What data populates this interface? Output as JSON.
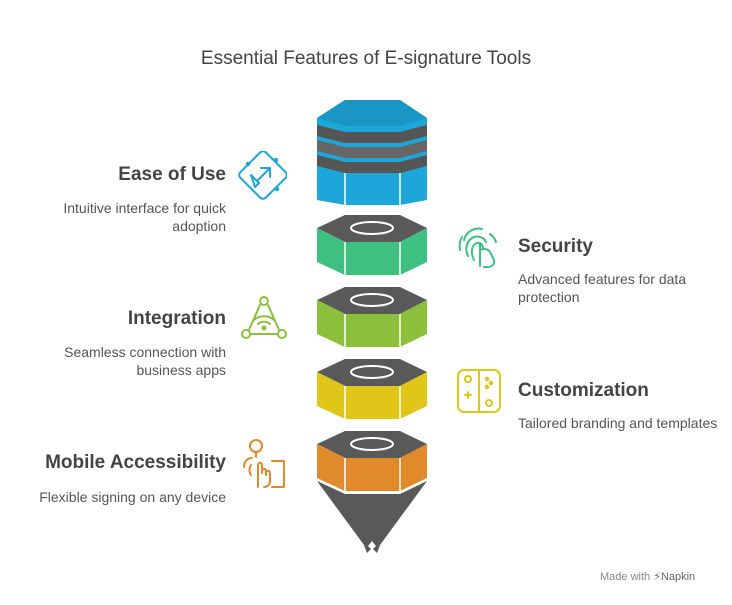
{
  "title": "Essential Features of E-signature Tools",
  "features": [
    {
      "name": "Ease of Use",
      "description": "Intuitive interface for quick adoption",
      "icon": "pointer-cursor-icon",
      "color": "#1da6d9"
    },
    {
      "name": "Security",
      "description": "Advanced features for data protection",
      "icon": "fingerprint-icon",
      "color": "#3ec080"
    },
    {
      "name": "Integration",
      "description": "Seamless connection with business apps",
      "icon": "wifi-network-icon",
      "color": "#8cbf3a"
    },
    {
      "name": "Customization",
      "description": "Tailored branding and templates",
      "icon": "game-controller-icon",
      "color": "#dfc619"
    },
    {
      "name": "Mobile Accessibility",
      "description": "Flexible signing on any device",
      "icon": "touch-device-icon",
      "color": "#e08a2c"
    }
  ],
  "footer": {
    "prefix": "Made with",
    "brand": "Napkin"
  }
}
